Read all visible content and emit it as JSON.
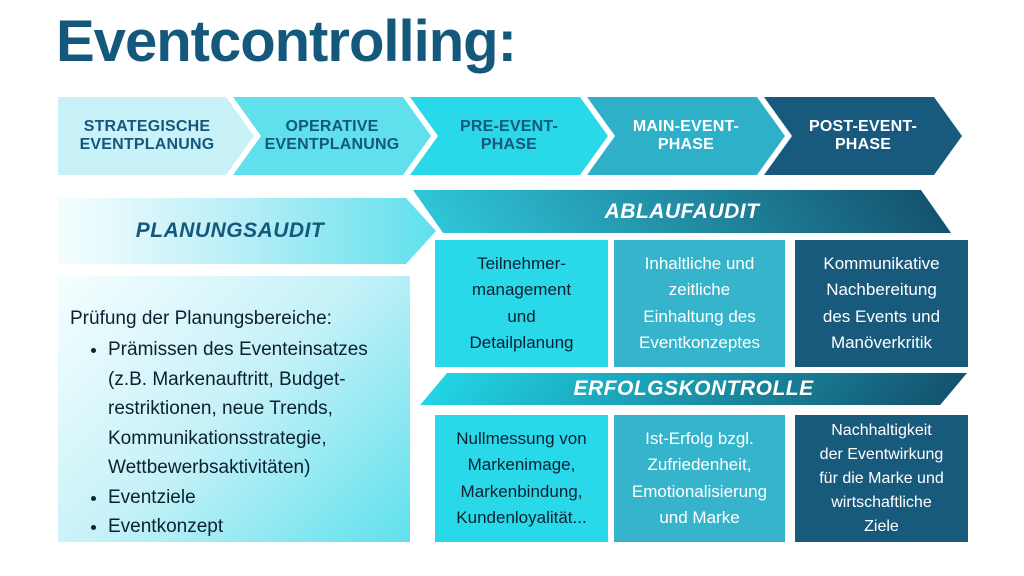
{
  "title": "Eventcontrolling:",
  "colors": {
    "title": "#14587c",
    "ink": "#14587c",
    "text-dark": "#0c2130",
    "phase1": "#c9f2f8",
    "phase2": "#5fe0ec",
    "phase3": "#29d8e9",
    "phase4": "#2eb0c8",
    "phase5": "#175a7d",
    "box-bright": "#29d8e9",
    "box-mid": "#35b4cb",
    "box-dark": "#185a7c",
    "banner-from": "#2fc5d8",
    "banner-to": "#14536f",
    "banner2-from": "#21d4e4",
    "banner2-to": "#14536f",
    "light-from": "#f6feff",
    "light-to": "#5fe0ec"
  },
  "phases": [
    {
      "label": "STRATEGISCHE\nEVENTPLANUNG"
    },
    {
      "label": "OPERATIVE\nEVENTPLANUNG"
    },
    {
      "label": "PRE-EVENT-\nPHASE"
    },
    {
      "label": "MAIN-EVENT-\nPHASE"
    },
    {
      "label": "POST-EVENT-\nPHASE"
    }
  ],
  "planungsaudit": {
    "label": "PLANUNGSAUDIT",
    "heading": "Prüfung der Planungsbereiche:",
    "bullets": [
      "Prämissen des Eventeinsatzes\n(z.B. Markenauftritt, Budget-\nrestriktionen, neue Trends,\nKommunikationsstrategie,\nWettbewerbsaktivitäten)",
      "Eventziele",
      "Eventkonzept"
    ]
  },
  "ablaufaudit": {
    "label": "ABLAUFAUDIT",
    "boxes": [
      "Teilnehmer-\nmanagement\nund\nDetailplanung",
      "Inhaltliche und\nzeitliche\nEinhaltung des\nEventkonzeptes",
      "Kommunikative\nNachbereitung\ndes Events und\nManöverkritik"
    ]
  },
  "erfolgskontrolle": {
    "label": "ERFOLGSKONTROLLE",
    "boxes": [
      "Nullmessung von\nMarkenimage,\nMarkenbindung,\nKundenloyalität...",
      "Ist-Erfolg bzgl.\nZufriedenheit,\nEmotionalisierung\nund Marke",
      "Nachhaltigkeit\nder Eventwirkung\nfür die Marke und\nwirtschaftliche\nZiele"
    ]
  }
}
